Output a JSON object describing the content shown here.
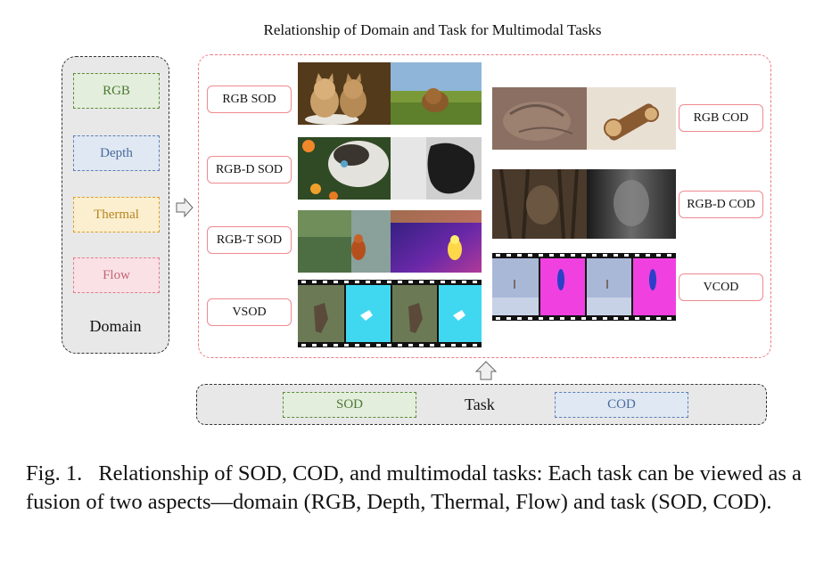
{
  "figure_title": "Relationship of Domain and Task for Multimodal Tasks",
  "domain_panel": {
    "items": [
      {
        "label": "RGB",
        "border": "#5a8a3c",
        "fill": "#e4eedc",
        "text": "#4d7a33"
      },
      {
        "label": "Depth",
        "border": "#5f7fb5",
        "fill": "#dfe8f3",
        "text": "#4a6a9e"
      },
      {
        "label": "Thermal",
        "border": "#d9a030",
        "fill": "#fbefcf",
        "text": "#b98420"
      },
      {
        "label": "Flow",
        "border": "#e07f8c",
        "fill": "#f9e1e5",
        "text": "#c46572"
      }
    ],
    "label": "Domain"
  },
  "tasks_left": [
    "RGB SOD",
    "RGB-D SOD",
    "RGB-T SOD",
    "VSOD"
  ],
  "tasks_right": [
    "RGB COD",
    "RGB-D COD",
    "VCOD"
  ],
  "task_panel": {
    "label": "Task",
    "items": [
      {
        "label": "SOD",
        "border": "#5a8a3c",
        "fill": "#e4eedc",
        "text": "#4d7a33"
      },
      {
        "label": "COD",
        "border": "#5f7fb5",
        "fill": "#dfe8f3",
        "text": "#4a6a9e"
      }
    ]
  },
  "caption": {
    "number": "Fig. 1.",
    "text": "Relationship of SOD, COD, and multimodal tasks: Each task can be viewed as a fusion of two aspects—domain (RGB, Depth, Thermal, Flow) and task (SOD, COD)."
  },
  "colors": {
    "task_border": "#ee7b82",
    "panel_fill": "#e8e8e8"
  }
}
